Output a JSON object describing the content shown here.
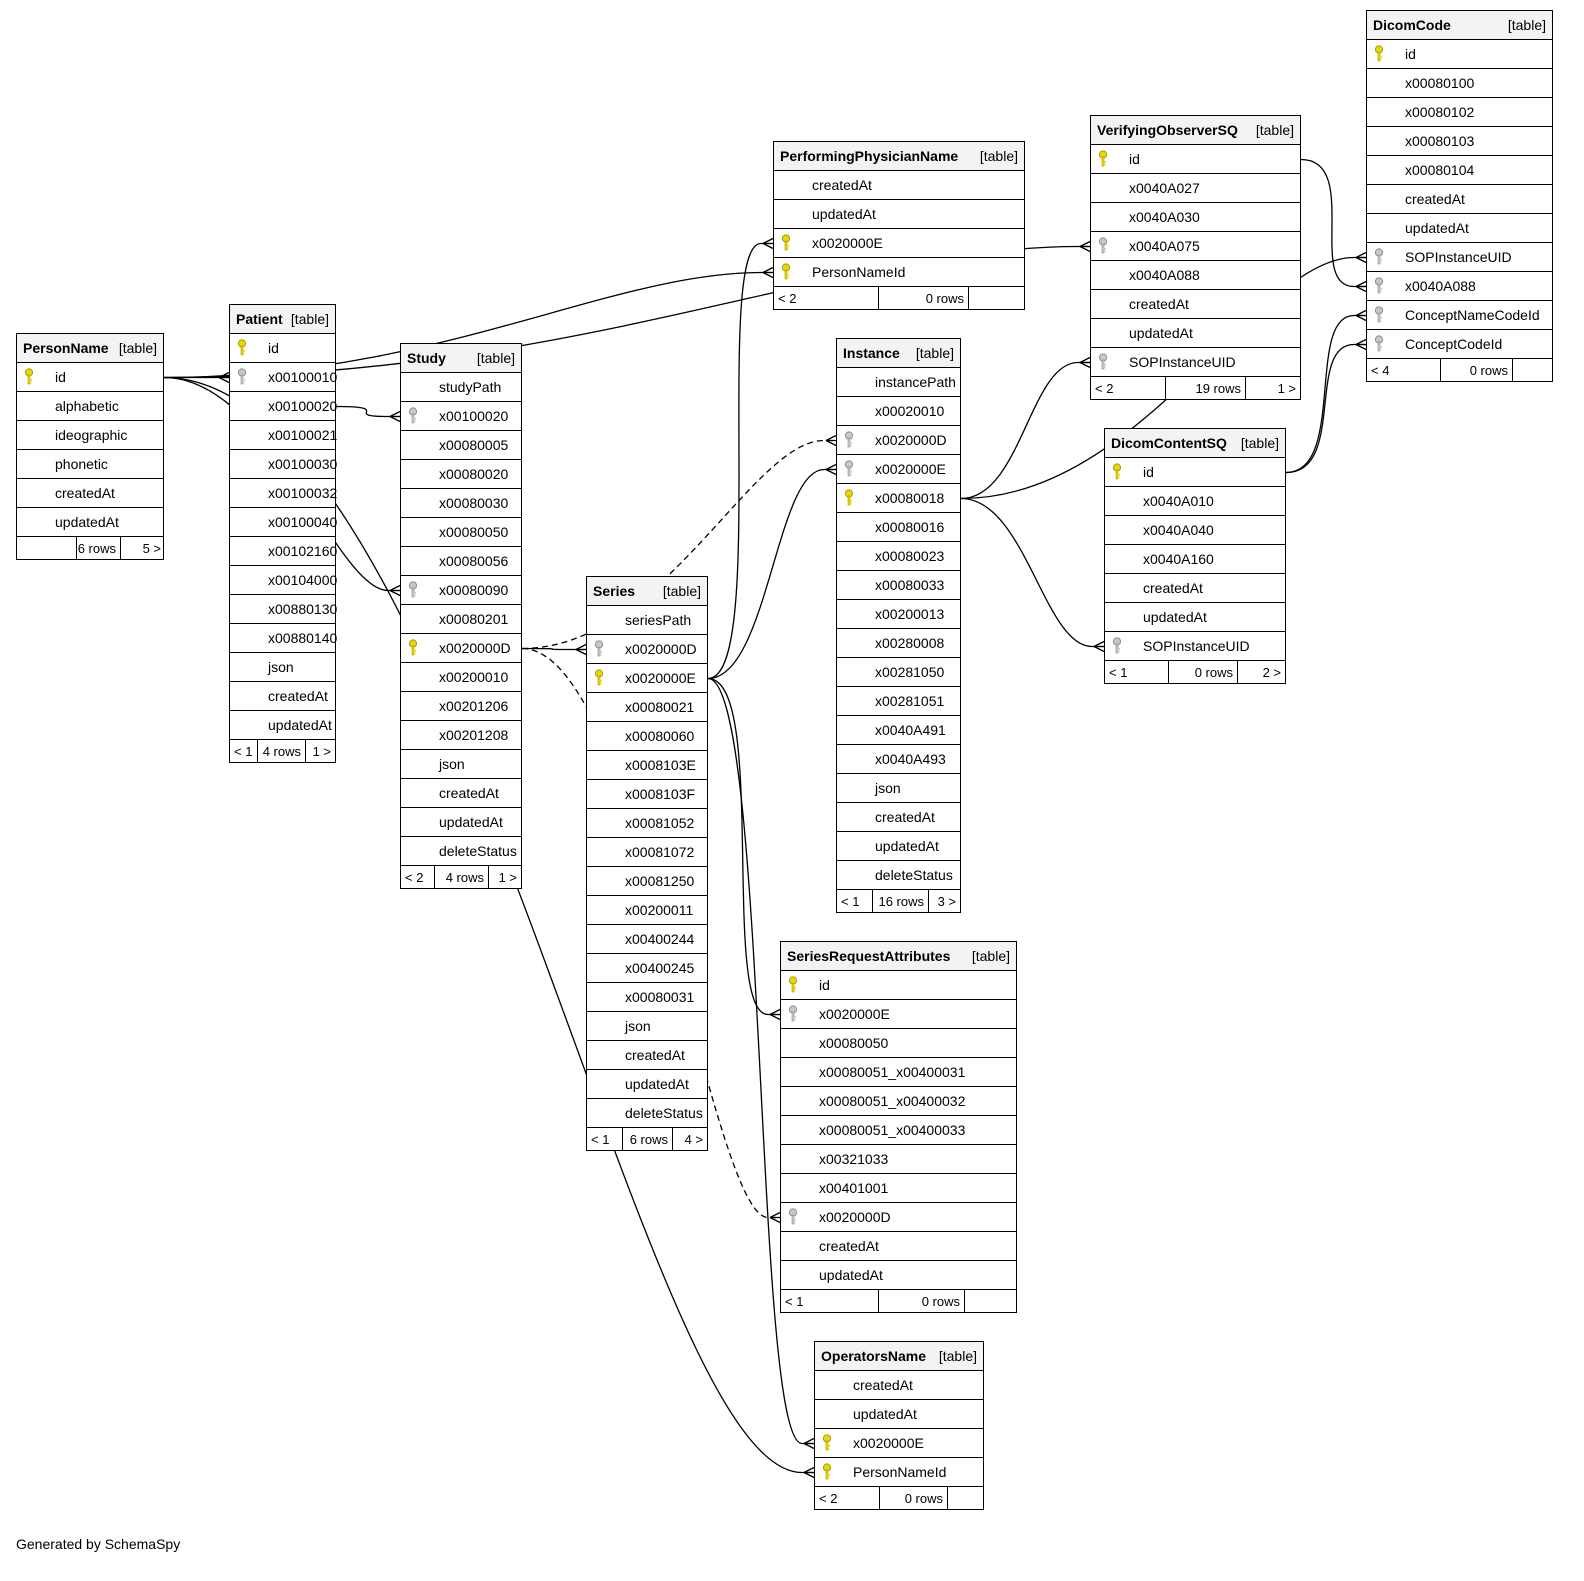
{
  "credit": "Generated by SchemaSpy",
  "tables": [
    {
      "id": "PersonName",
      "name": "PersonName",
      "type": "[table]",
      "parents": "",
      "rows": "6 rows",
      "children": "5 >",
      "columns": [
        {
          "name": "id",
          "key": "pk"
        },
        {
          "name": "alphabetic",
          "key": ""
        },
        {
          "name": "ideographic",
          "key": ""
        },
        {
          "name": "phonetic",
          "key": ""
        },
        {
          "name": "createdAt",
          "key": ""
        },
        {
          "name": "updatedAt",
          "key": ""
        }
      ]
    },
    {
      "id": "Patient",
      "name": "Patient",
      "type": "[table]",
      "parents": "< 1",
      "rows": "4 rows",
      "children": "1 >",
      "columns": [
        {
          "name": "id",
          "key": "pk"
        },
        {
          "name": "x00100010",
          "key": "fk"
        },
        {
          "name": "x00100020",
          "key": ""
        },
        {
          "name": "x00100021",
          "key": ""
        },
        {
          "name": "x00100030",
          "key": ""
        },
        {
          "name": "x00100032",
          "key": ""
        },
        {
          "name": "x00100040",
          "key": ""
        },
        {
          "name": "x00102160",
          "key": ""
        },
        {
          "name": "x00104000",
          "key": ""
        },
        {
          "name": "x00880130",
          "key": ""
        },
        {
          "name": "x00880140",
          "key": ""
        },
        {
          "name": "json",
          "key": ""
        },
        {
          "name": "createdAt",
          "key": ""
        },
        {
          "name": "updatedAt",
          "key": ""
        }
      ]
    },
    {
      "id": "Study",
      "name": "Study",
      "type": "[table]",
      "parents": "< 2",
      "rows": "4 rows",
      "children": "1 >",
      "columns": [
        {
          "name": "studyPath",
          "key": ""
        },
        {
          "name": "x00100020",
          "key": "fk"
        },
        {
          "name": "x00080005",
          "key": ""
        },
        {
          "name": "x00080020",
          "key": ""
        },
        {
          "name": "x00080030",
          "key": ""
        },
        {
          "name": "x00080050",
          "key": ""
        },
        {
          "name": "x00080056",
          "key": ""
        },
        {
          "name": "x00080090",
          "key": "fk"
        },
        {
          "name": "x00080201",
          "key": ""
        },
        {
          "name": "x0020000D",
          "key": "pk"
        },
        {
          "name": "x00200010",
          "key": ""
        },
        {
          "name": "x00201206",
          "key": ""
        },
        {
          "name": "x00201208",
          "key": ""
        },
        {
          "name": "json",
          "key": ""
        },
        {
          "name": "createdAt",
          "key": ""
        },
        {
          "name": "updatedAt",
          "key": ""
        },
        {
          "name": "deleteStatus",
          "key": ""
        }
      ]
    },
    {
      "id": "Series",
      "name": "Series",
      "type": "[table]",
      "parents": "< 1",
      "rows": "6 rows",
      "children": "4 >",
      "columns": [
        {
          "name": "seriesPath",
          "key": ""
        },
        {
          "name": "x0020000D",
          "key": "fk"
        },
        {
          "name": "x0020000E",
          "key": "pk"
        },
        {
          "name": "x00080021",
          "key": ""
        },
        {
          "name": "x00080060",
          "key": ""
        },
        {
          "name": "x0008103E",
          "key": ""
        },
        {
          "name": "x0008103F",
          "key": ""
        },
        {
          "name": "x00081052",
          "key": ""
        },
        {
          "name": "x00081072",
          "key": ""
        },
        {
          "name": "x00081250",
          "key": ""
        },
        {
          "name": "x00200011",
          "key": ""
        },
        {
          "name": "x00400244",
          "key": ""
        },
        {
          "name": "x00400245",
          "key": ""
        },
        {
          "name": "x00080031",
          "key": ""
        },
        {
          "name": "json",
          "key": ""
        },
        {
          "name": "createdAt",
          "key": ""
        },
        {
          "name": "updatedAt",
          "key": ""
        },
        {
          "name": "deleteStatus",
          "key": ""
        }
      ]
    },
    {
      "id": "PerformingPhysicianName",
      "name": "PerformingPhysicianName",
      "type": "[table]",
      "parents": "< 2",
      "rows": "0 rows",
      "children": "",
      "columns": [
        {
          "name": "createdAt",
          "key": ""
        },
        {
          "name": "updatedAt",
          "key": ""
        },
        {
          "name": "x0020000E",
          "key": "pk"
        },
        {
          "name": "PersonNameId",
          "key": "pk"
        }
      ]
    },
    {
      "id": "Instance",
      "name": "Instance",
      "type": "[table]",
      "parents": "< 1",
      "rows": "16 rows",
      "children": "3 >",
      "columns": [
        {
          "name": "instancePath",
          "key": ""
        },
        {
          "name": "x00020010",
          "key": ""
        },
        {
          "name": "x0020000D",
          "key": "fk"
        },
        {
          "name": "x0020000E",
          "key": "fk"
        },
        {
          "name": "x00080018",
          "key": "pk"
        },
        {
          "name": "x00080016",
          "key": ""
        },
        {
          "name": "x00080023",
          "key": ""
        },
        {
          "name": "x00080033",
          "key": ""
        },
        {
          "name": "x00200013",
          "key": ""
        },
        {
          "name": "x00280008",
          "key": ""
        },
        {
          "name": "x00281050",
          "key": ""
        },
        {
          "name": "x00281051",
          "key": ""
        },
        {
          "name": "x0040A491",
          "key": ""
        },
        {
          "name": "x0040A493",
          "key": ""
        },
        {
          "name": "json",
          "key": ""
        },
        {
          "name": "createdAt",
          "key": ""
        },
        {
          "name": "updatedAt",
          "key": ""
        },
        {
          "name": "deleteStatus",
          "key": ""
        }
      ]
    },
    {
      "id": "VerifyingObserverSQ",
      "name": "VerifyingObserverSQ",
      "type": "[table]",
      "parents": "< 2",
      "rows": "19 rows",
      "children": "1 >",
      "columns": [
        {
          "name": "id",
          "key": "pk"
        },
        {
          "name": "x0040A027",
          "key": ""
        },
        {
          "name": "x0040A030",
          "key": ""
        },
        {
          "name": "x0040A075",
          "key": "fk"
        },
        {
          "name": "x0040A088",
          "key": ""
        },
        {
          "name": "createdAt",
          "key": ""
        },
        {
          "name": "updatedAt",
          "key": ""
        },
        {
          "name": "SOPInstanceUID",
          "key": "fk"
        }
      ]
    },
    {
      "id": "DicomContentSQ",
      "name": "DicomContentSQ",
      "type": "[table]",
      "parents": "< 1",
      "rows": "0 rows",
      "children": "2 >",
      "columns": [
        {
          "name": "id",
          "key": "pk"
        },
        {
          "name": "x0040A010",
          "key": ""
        },
        {
          "name": "x0040A040",
          "key": ""
        },
        {
          "name": "x0040A160",
          "key": ""
        },
        {
          "name": "createdAt",
          "key": ""
        },
        {
          "name": "updatedAt",
          "key": ""
        },
        {
          "name": "SOPInstanceUID",
          "key": "fk"
        }
      ]
    },
    {
      "id": "DicomCode",
      "name": "DicomCode",
      "type": "[table]",
      "parents": "< 4",
      "rows": "0 rows",
      "children": "",
      "columns": [
        {
          "name": "id",
          "key": "pk"
        },
        {
          "name": "x00080100",
          "key": ""
        },
        {
          "name": "x00080102",
          "key": ""
        },
        {
          "name": "x00080103",
          "key": ""
        },
        {
          "name": "x00080104",
          "key": ""
        },
        {
          "name": "createdAt",
          "key": ""
        },
        {
          "name": "updatedAt",
          "key": ""
        },
        {
          "name": "SOPInstanceUID",
          "key": "fk"
        },
        {
          "name": "x0040A088",
          "key": "fk"
        },
        {
          "name": "ConceptNameCodeId",
          "key": "fk"
        },
        {
          "name": "ConceptCodeId",
          "key": "fk"
        }
      ]
    },
    {
      "id": "SeriesRequestAttributes",
      "name": "SeriesRequestAttributes",
      "type": "[table]",
      "parents": "< 1",
      "rows": "0 rows",
      "children": "",
      "columns": [
        {
          "name": "id",
          "key": "pk"
        },
        {
          "name": "x0020000E",
          "key": "fk"
        },
        {
          "name": "x00080050",
          "key": ""
        },
        {
          "name": "x00080051_x00400031",
          "key": ""
        },
        {
          "name": "x00080051_x00400032",
          "key": ""
        },
        {
          "name": "x00080051_x00400033",
          "key": ""
        },
        {
          "name": "x00321033",
          "key": ""
        },
        {
          "name": "x00401001",
          "key": ""
        },
        {
          "name": "x0020000D",
          "key": "fk"
        },
        {
          "name": "createdAt",
          "key": ""
        },
        {
          "name": "updatedAt",
          "key": ""
        }
      ]
    },
    {
      "id": "OperatorsName",
      "name": "OperatorsName",
      "type": "[table]",
      "parents": "< 2",
      "rows": "0 rows",
      "children": "",
      "columns": [
        {
          "name": "createdAt",
          "key": ""
        },
        {
          "name": "updatedAt",
          "key": ""
        },
        {
          "name": "x0020000E",
          "key": "pk"
        },
        {
          "name": "PersonNameId",
          "key": "pk"
        }
      ]
    }
  ],
  "relations": [
    {
      "from": "PersonName.id",
      "to": "Patient.x00100010",
      "style": "solid"
    },
    {
      "from": "PersonName.id",
      "to": "Study.x00080090",
      "style": "solid"
    },
    {
      "from": "PersonName.id",
      "to": "PerformingPhysicianName.PersonNameId",
      "style": "solid"
    },
    {
      "from": "PersonName.id",
      "to": "VerifyingObserverSQ.x0040A075",
      "style": "solid"
    },
    {
      "from": "PersonName.id",
      "to": "OperatorsName.PersonNameId",
      "style": "solid"
    },
    {
      "from": "Patient.x00100020",
      "to": "Study.x00100020",
      "style": "solid"
    },
    {
      "from": "Study.x0020000D",
      "to": "Series.x0020000D",
      "style": "solid"
    },
    {
      "from": "Study.x0020000D",
      "to": "Instance.x0020000D",
      "style": "dashed"
    },
    {
      "from": "Study.x0020000D",
      "to": "SeriesRequestAttributes.x0020000D",
      "style": "dashed"
    },
    {
      "from": "Series.x0020000E",
      "to": "PerformingPhysicianName.x0020000E",
      "style": "solid"
    },
    {
      "from": "Series.x0020000E",
      "to": "Instance.x0020000E",
      "style": "solid"
    },
    {
      "from": "Series.x0020000E",
      "to": "SeriesRequestAttributes.x0020000E",
      "style": "solid"
    },
    {
      "from": "Series.x0020000E",
      "to": "OperatorsName.x0020000E",
      "style": "solid"
    },
    {
      "from": "Instance.x00080018",
      "to": "VerifyingObserverSQ.SOPInstanceUID",
      "style": "solid"
    },
    {
      "from": "Instance.x00080018",
      "to": "DicomContentSQ.SOPInstanceUID",
      "style": "solid"
    },
    {
      "from": "Instance.x00080018",
      "to": "DicomCode.SOPInstanceUID",
      "style": "solid"
    },
    {
      "from": "VerifyingObserverSQ.id",
      "to": "DicomCode.x0040A088",
      "style": "solid"
    },
    {
      "from": "DicomContentSQ.id",
      "to": "DicomCode.ConceptNameCodeId",
      "style": "solid"
    },
    {
      "from": "DicomContentSQ.id",
      "to": "DicomCode.ConceptCodeId",
      "style": "solid"
    }
  ]
}
